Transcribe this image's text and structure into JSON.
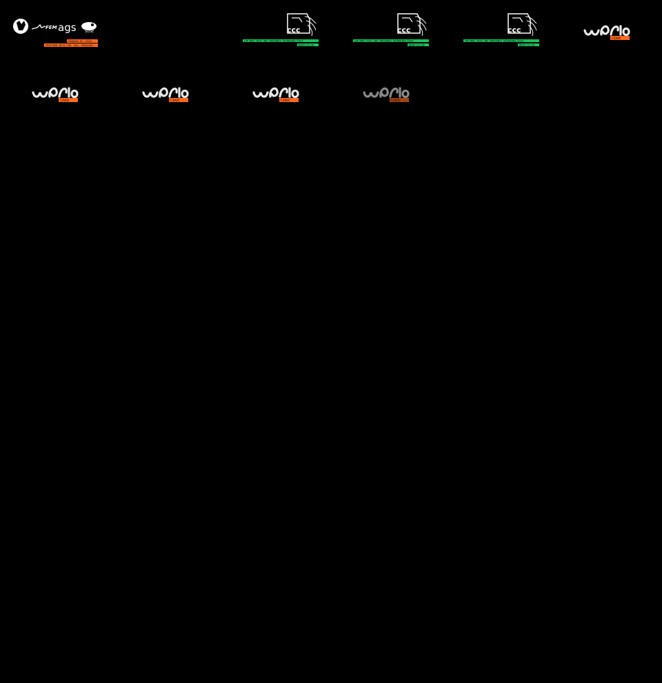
{
  "sponsor_tile": {
    "partners": [
      "FEM",
      "ags",
      "SUSE"
    ],
    "top_line": "POWERED BY C3VOC",
    "bottom_line": "TOGETHER WITH FEM, AGS, OPENSUSE",
    "accent_color": "#ff6a1f"
  },
  "ccc_tiles": [
    {
      "logo_text": "ccc",
      "tagline": "FOR MORE TALKS AND CONFERENCE RECORDINGS VISIT",
      "url": "MEDIA.CCC.DE",
      "accent_color": "#19c45a"
    },
    {
      "logo_text": "ccc",
      "tagline": "FOR MORE TALKS AND CONFERENCE RECORDINGS VISIT",
      "url": "MEDIA.CCC.DE",
      "accent_color": "#19c45a"
    },
    {
      "logo_text": "ccc",
      "tagline": "FOR MORE TALKS AND CONFERENCE RECORDINGS VISIT",
      "url": "MEDIA.CCC.DE",
      "accent_color": "#19c45a"
    }
  ],
  "event_tiles": [
    {
      "badge": "C3VOC",
      "tone": "#e8e8e8"
    },
    {
      "badge": "C3VOC",
      "tone": "#e8e8e8"
    },
    {
      "badge": "C3VOC",
      "tone": "#e8e8e8"
    },
    {
      "badge": "C3VOC",
      "tone": "#e8e8e8"
    },
    {
      "badge": "C3VOC",
      "tone": "#8a8a8a"
    }
  ],
  "badge_color": "#ff6a1f"
}
